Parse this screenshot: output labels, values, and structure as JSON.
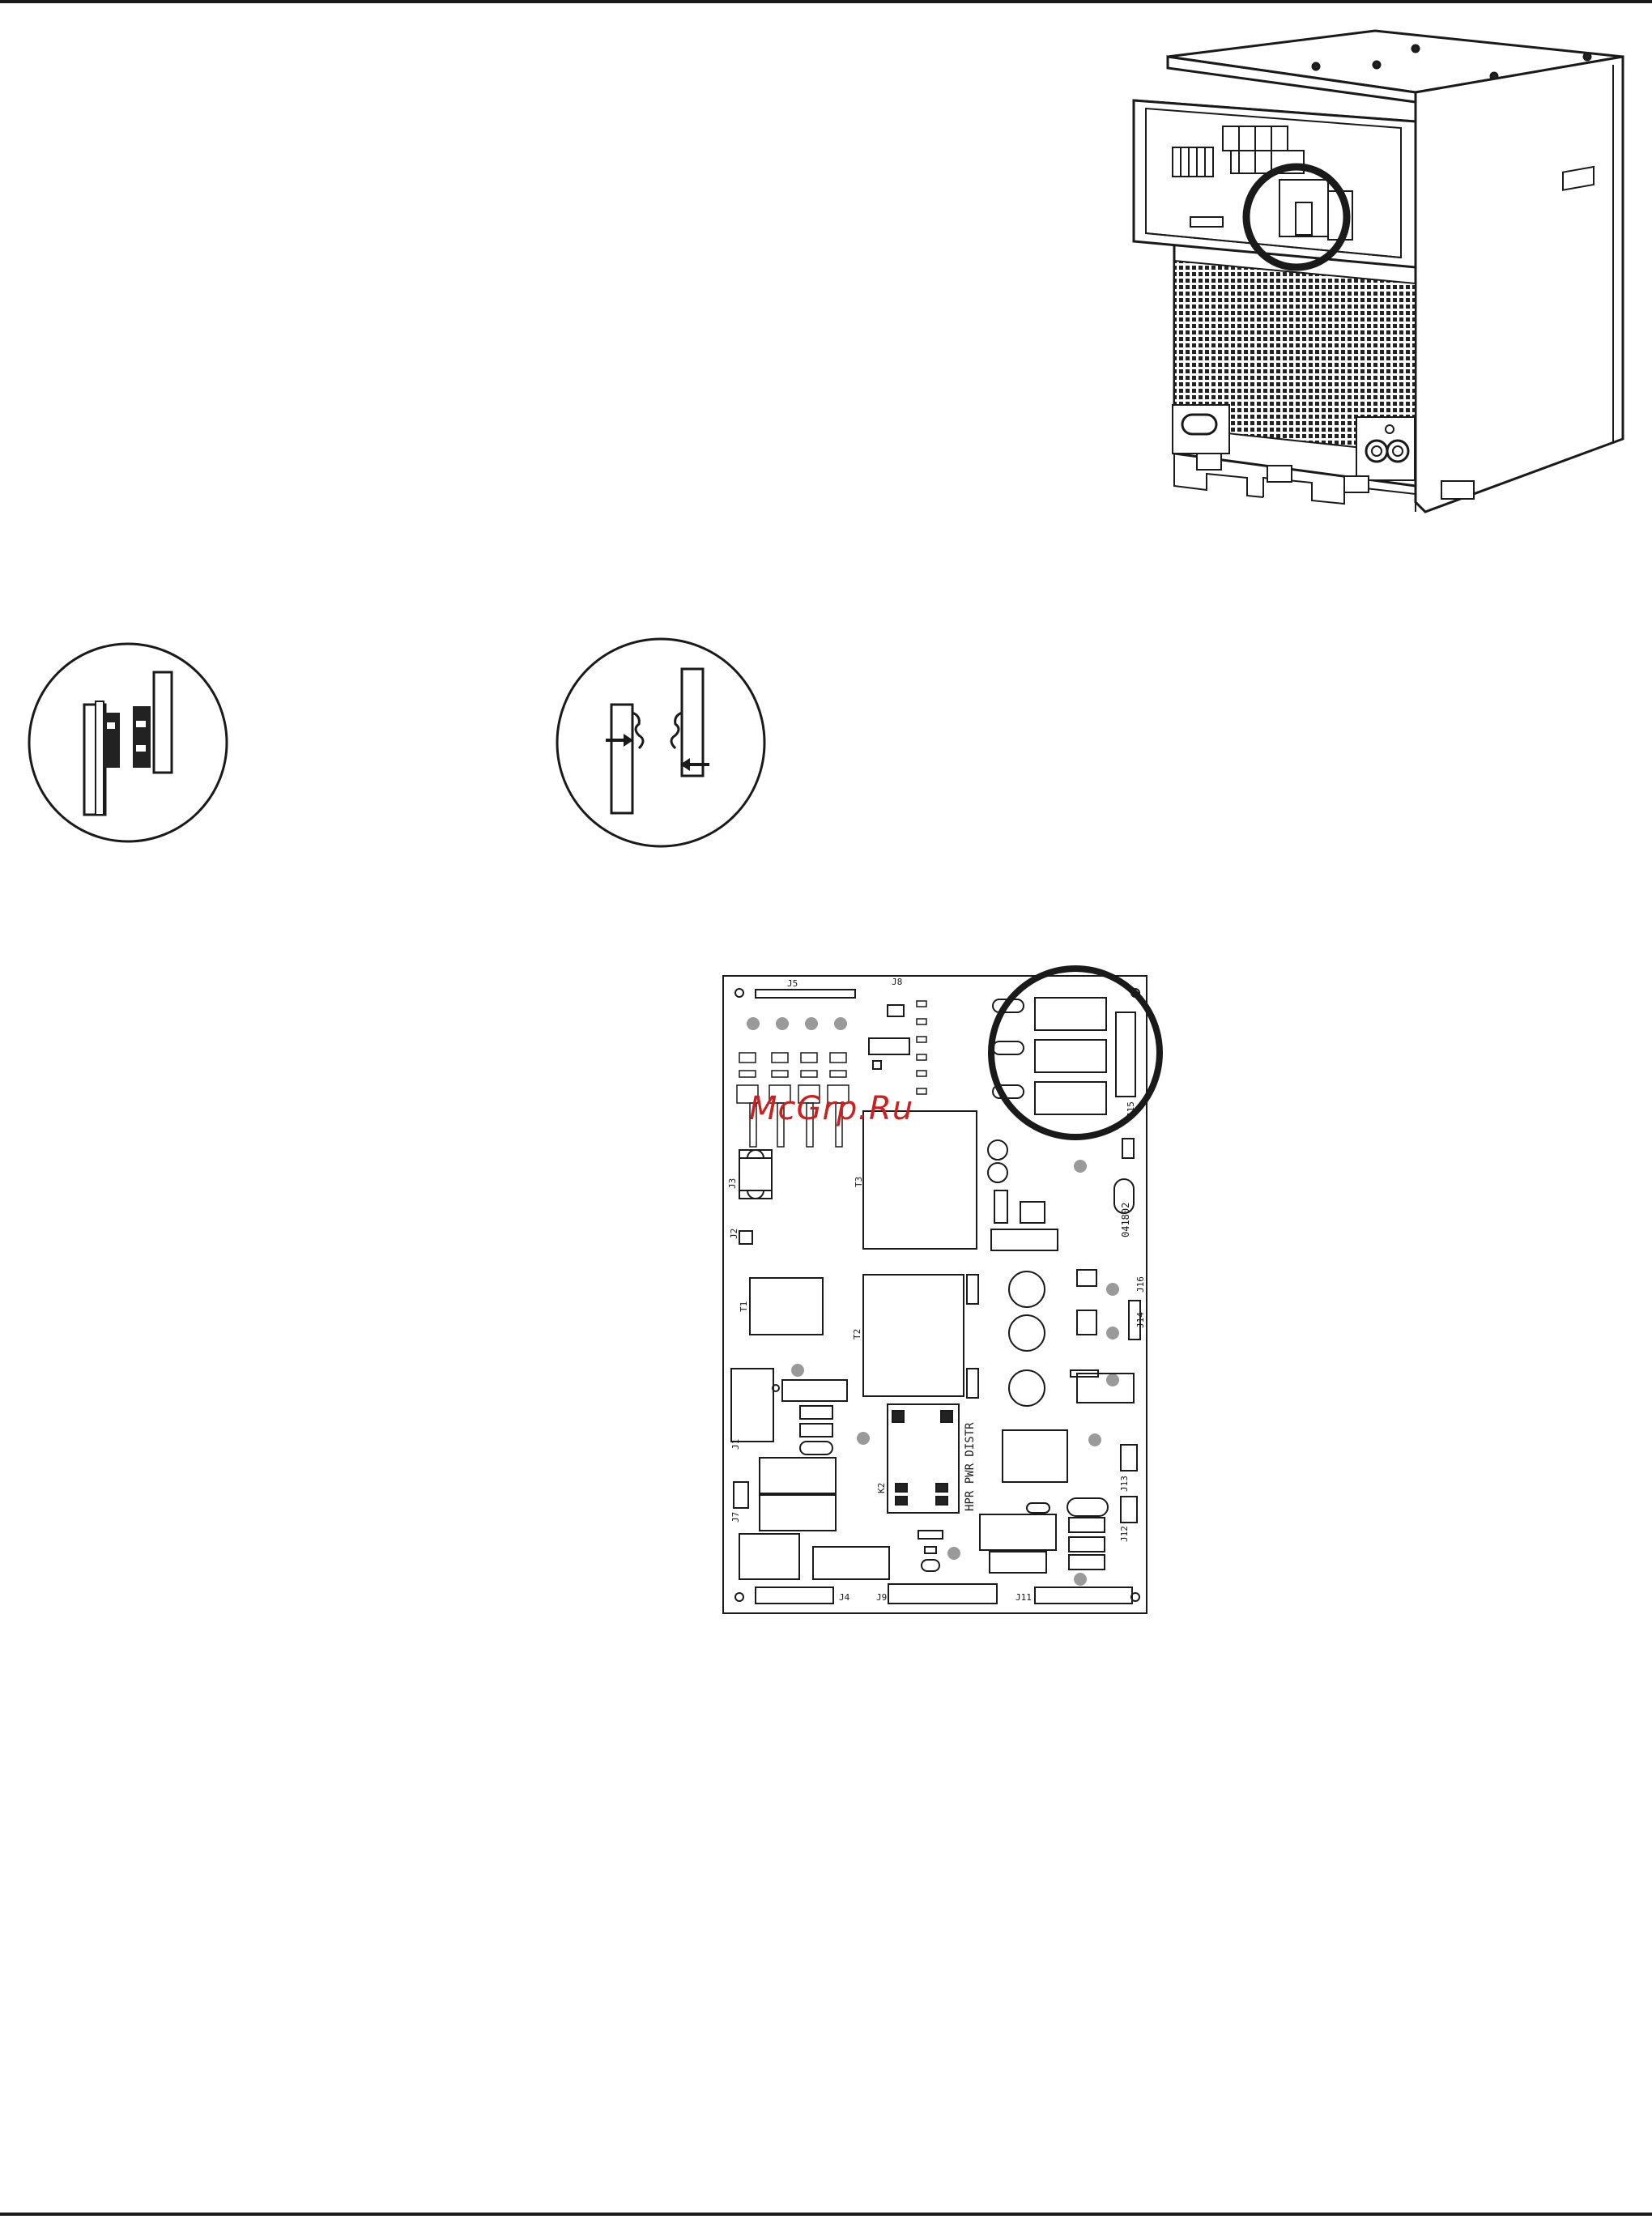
{
  "watermark": "McGrp.Ru",
  "board": {
    "name_label": "HPR PWR DISTR",
    "part_number": "041802",
    "connectors": {
      "j1": "J1",
      "j2": "J2",
      "j3": "J3",
      "j4": "J4",
      "j5": "J5",
      "j7": "J7",
      "j8": "J8",
      "j9": "J9",
      "j11": "J11",
      "j12": "J12",
      "j13": "J13",
      "j14": "J14",
      "j15": "J15",
      "j16": "J16"
    },
    "components": {
      "t1": "T1",
      "t2": "T2",
      "t3": "T3",
      "k2": "K2"
    }
  },
  "colors": {
    "ink": "#1a1a1a",
    "watermark": "#cc1f1f",
    "pad": "#9a9a9a"
  }
}
